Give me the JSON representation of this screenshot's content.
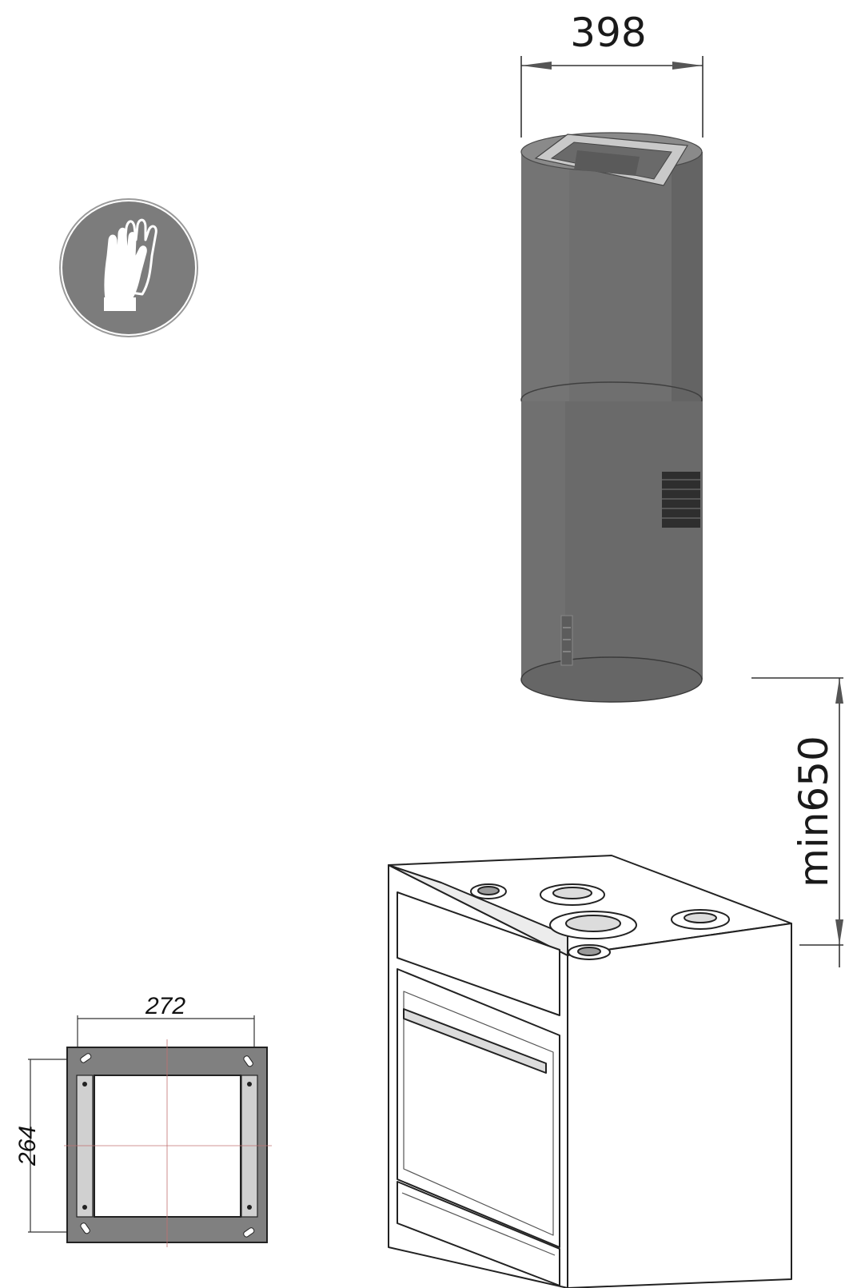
{
  "dimensions": {
    "hood_diameter": "398",
    "min_height": "min650",
    "bracket_width": "272",
    "bracket_depth": "264"
  },
  "icons": {
    "safety": "gloves-icon"
  },
  "colors": {
    "hood_body": "#6f6f6f",
    "hood_shadow": "#5a5a5a",
    "icon_disc": "#7c7c7c",
    "bracket": "#808080",
    "line": "#222222"
  }
}
